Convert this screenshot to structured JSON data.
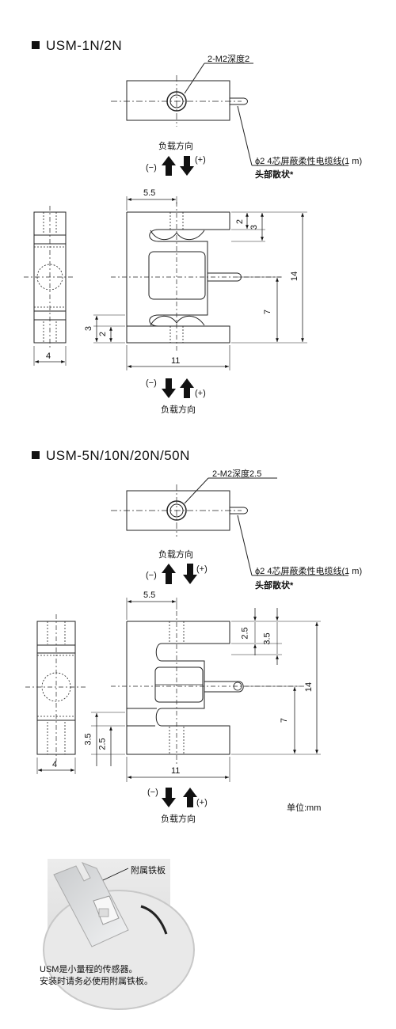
{
  "section1": {
    "title": "USM-1N/2N",
    "hole_label": "2-M2深度2",
    "cable_label": "ϕ2 4芯屏蔽柔性电缆线(1 m)",
    "cable_end": "头部散状*",
    "load_dir_top": "负载方向",
    "minus": "(−)",
    "plus": "(+)",
    "load_dir_bottom": "负载方向",
    "dims": {
      "top_width": "5.5",
      "side_width": "4",
      "bottom_width": "11",
      "h_total": "14",
      "h_half": "7",
      "upper_a": "2",
      "upper_b": "3",
      "lower_a": "3",
      "lower_b": "2"
    }
  },
  "section2": {
    "title": "USM-5N/10N/20N/50N",
    "hole_label": "2-M2深度2.5",
    "cable_label": "ϕ2 4芯屏蔽柔性电缆线(1 m)",
    "cable_end": "头部散状*",
    "load_dir_top": "负载方向",
    "minus": "(−)",
    "plus": "(+)",
    "load_dir_bottom": "负载方向",
    "dims": {
      "top_width": "5.5",
      "side_width": "4",
      "bottom_width": "11",
      "h_total": "14",
      "h_half": "7",
      "upper_a": "2.5",
      "upper_b": "3.5",
      "lower_a": "3.5",
      "lower_b": "2.5"
    },
    "unit": "单位:mm"
  },
  "photo": {
    "label": "附属铁板",
    "note_line1": "USM是小量程的传感器。",
    "note_line2": "安装时请务必使用附属铁板。"
  }
}
